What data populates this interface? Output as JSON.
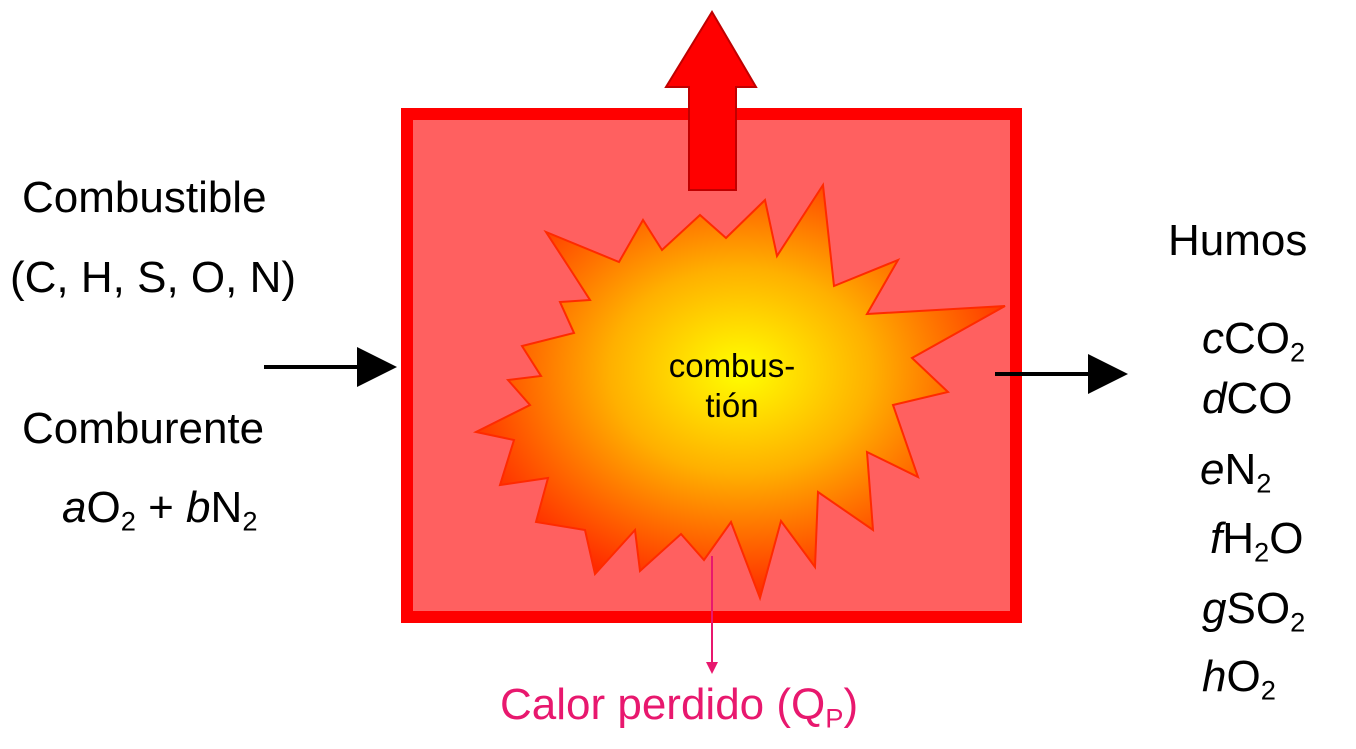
{
  "inputs": {
    "fuel_label": "Combustible",
    "fuel_elements": "(C, H, S, O, N)",
    "oxidizer_label": "Comburente",
    "oxidizer_formula": {
      "coef_a": "a",
      "o": "O",
      "sub_o": "2",
      "plus": " + ",
      "coef_b": "b",
      "n": "N",
      "sub_n": "2"
    }
  },
  "process": {
    "line1": "combus-",
    "line2": "tión"
  },
  "outputs": {
    "title": "Humos",
    "species": [
      {
        "coef": "c",
        "formula": "CO",
        "sub": "2",
        "tail": ""
      },
      {
        "coef": "d",
        "formula": "CO",
        "sub": "",
        "tail": ""
      },
      {
        "coef": "e",
        "formula": "N",
        "sub": "2",
        "tail": ""
      },
      {
        "coef": "f",
        "formula": "H",
        "sub": "2",
        "tail": "O"
      },
      {
        "coef": "g",
        "formula": "SO",
        "sub": "2",
        "tail": ""
      },
      {
        "coef": "h",
        "formula": "O",
        "sub": "2",
        "tail": ""
      }
    ]
  },
  "heat_loss": {
    "label": "Calor perdido (Q",
    "subscript": "P",
    "close": ")"
  },
  "colors": {
    "chamber_fill": "#ff6060",
    "chamber_border": "#ff0000",
    "arrow_up": "#ff0000",
    "flame_outer": "#ff2a00",
    "flame_inner": "#ffff00",
    "heat_loss": "#e8186e",
    "flow_arrow": "#000000"
  }
}
